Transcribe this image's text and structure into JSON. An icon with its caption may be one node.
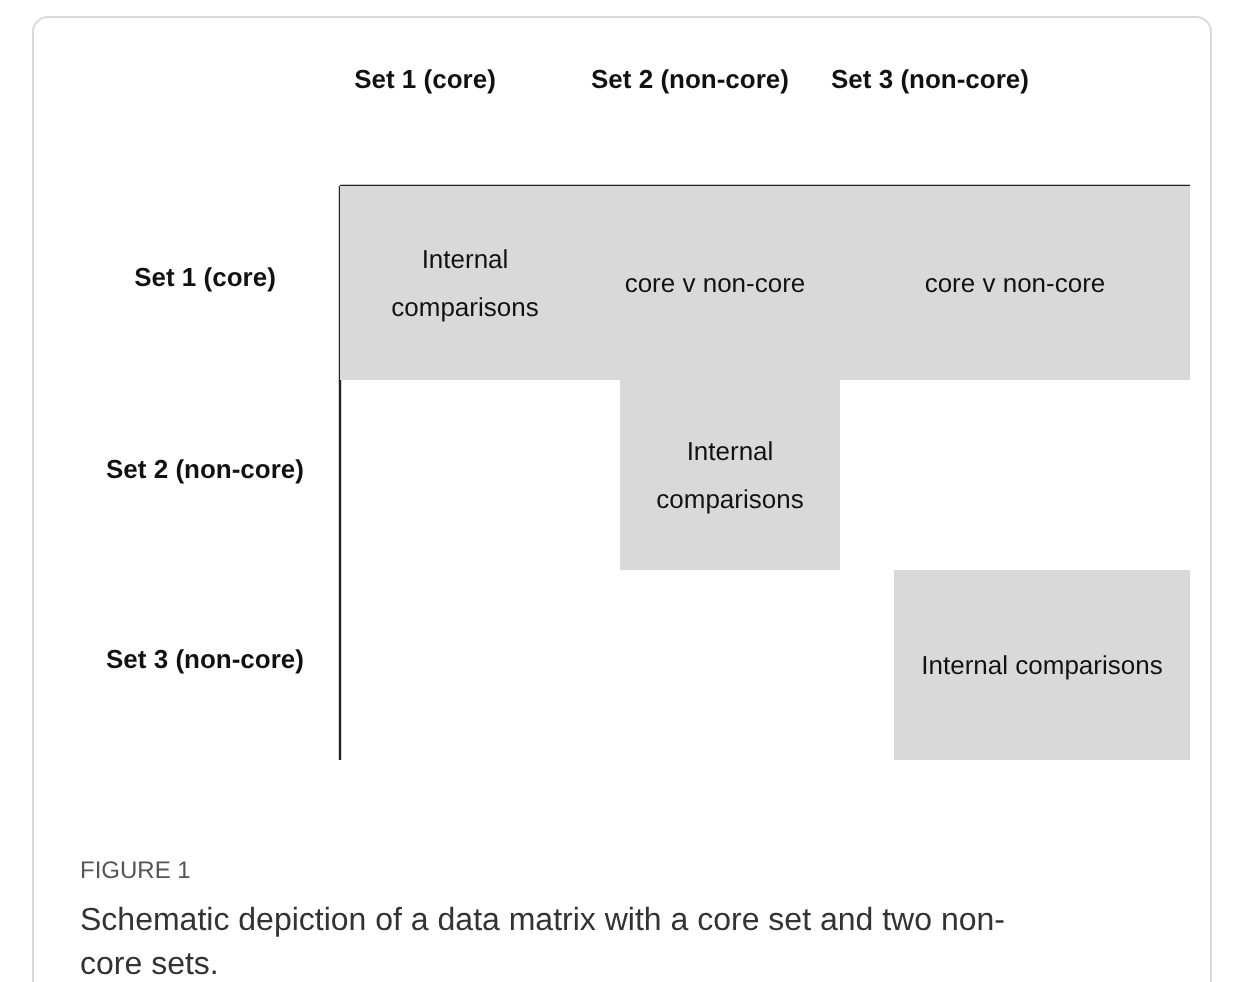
{
  "diagram": {
    "caption": "Schematic depiction of a data matrix with a core set and two non-core sets.",
    "nodes": [
      {
        "text": [
          "Internal comparisons"
        ]
      },
      {
        "text": [
          "core v non-core"
        ]
      },
      {
        "text": [
          "core v non-core"
        ]
      },
      {
        "text": [
          "Internal comparisons"
        ]
      },
      {
        "text": [
          "Internal comparisons"
        ]
      }
    ],
    "edges": [],
    "labels": [
      "Set 1 (core)",
      "Set 2 (non-core)",
      "Set 3 (non-core)",
      "Set 1 (core)",
      "Set 2 (non-core)",
      "Set 3 (non-core)",
      "FIGURE 1"
    ]
  }
}
